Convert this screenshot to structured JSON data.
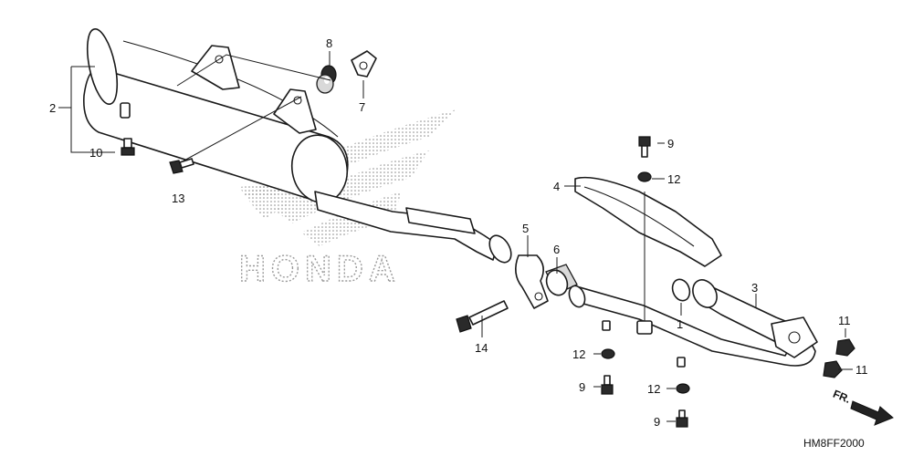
{
  "logo": {
    "text": "HONDA"
  },
  "drawing_code": "HM8FF2000",
  "direction_marker": {
    "label": "FR.",
    "icon": "direction-arrow-icon"
  },
  "callouts": [
    {
      "id": "c2",
      "label": "2"
    },
    {
      "id": "c10",
      "label": "10"
    },
    {
      "id": "c13",
      "label": "13"
    },
    {
      "id": "c8",
      "label": "8"
    },
    {
      "id": "c7",
      "label": "7"
    },
    {
      "id": "c9a",
      "label": "9"
    },
    {
      "id": "c12a",
      "label": "12"
    },
    {
      "id": "c4",
      "label": "4"
    },
    {
      "id": "c5",
      "label": "5"
    },
    {
      "id": "c6",
      "label": "6"
    },
    {
      "id": "c3",
      "label": "3"
    },
    {
      "id": "c1",
      "label": "1"
    },
    {
      "id": "c11a",
      "label": "11"
    },
    {
      "id": "c11b",
      "label": "11"
    },
    {
      "id": "c14",
      "label": "14"
    },
    {
      "id": "c12b",
      "label": "12"
    },
    {
      "id": "c9b",
      "label": "9"
    },
    {
      "id": "c12c",
      "label": "12"
    },
    {
      "id": "c9c",
      "label": "9"
    }
  ]
}
